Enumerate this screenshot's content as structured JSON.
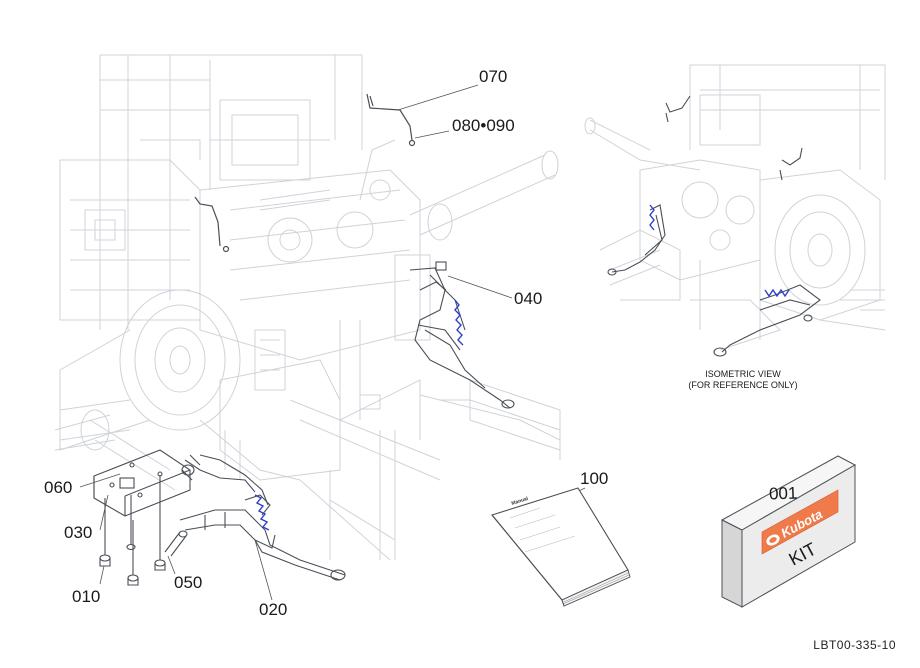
{
  "callouts": {
    "c070": "070",
    "c080": "080•090",
    "c040": "040",
    "c060": "060",
    "c030": "030",
    "c010": "010",
    "c050": "050",
    "c020": "020",
    "c100": "100",
    "c001": "001"
  },
  "iso_note": {
    "line1": "ISOMETRIC VIEW",
    "line2": "(FOR REFERENCE ONLY)"
  },
  "kit_box": {
    "brand": "Kubota",
    "label": "KIT"
  },
  "manual_cover": "Manual",
  "doc_number": "LBT00-335-10",
  "colors": {
    "ghost_line": "#c9ced4",
    "part_line": "#4a4f57",
    "highlight": "#2f3fc9",
    "kubota_orange": "#f07a4a",
    "box_face": "#ececec",
    "box_side": "#d6d6d6"
  }
}
